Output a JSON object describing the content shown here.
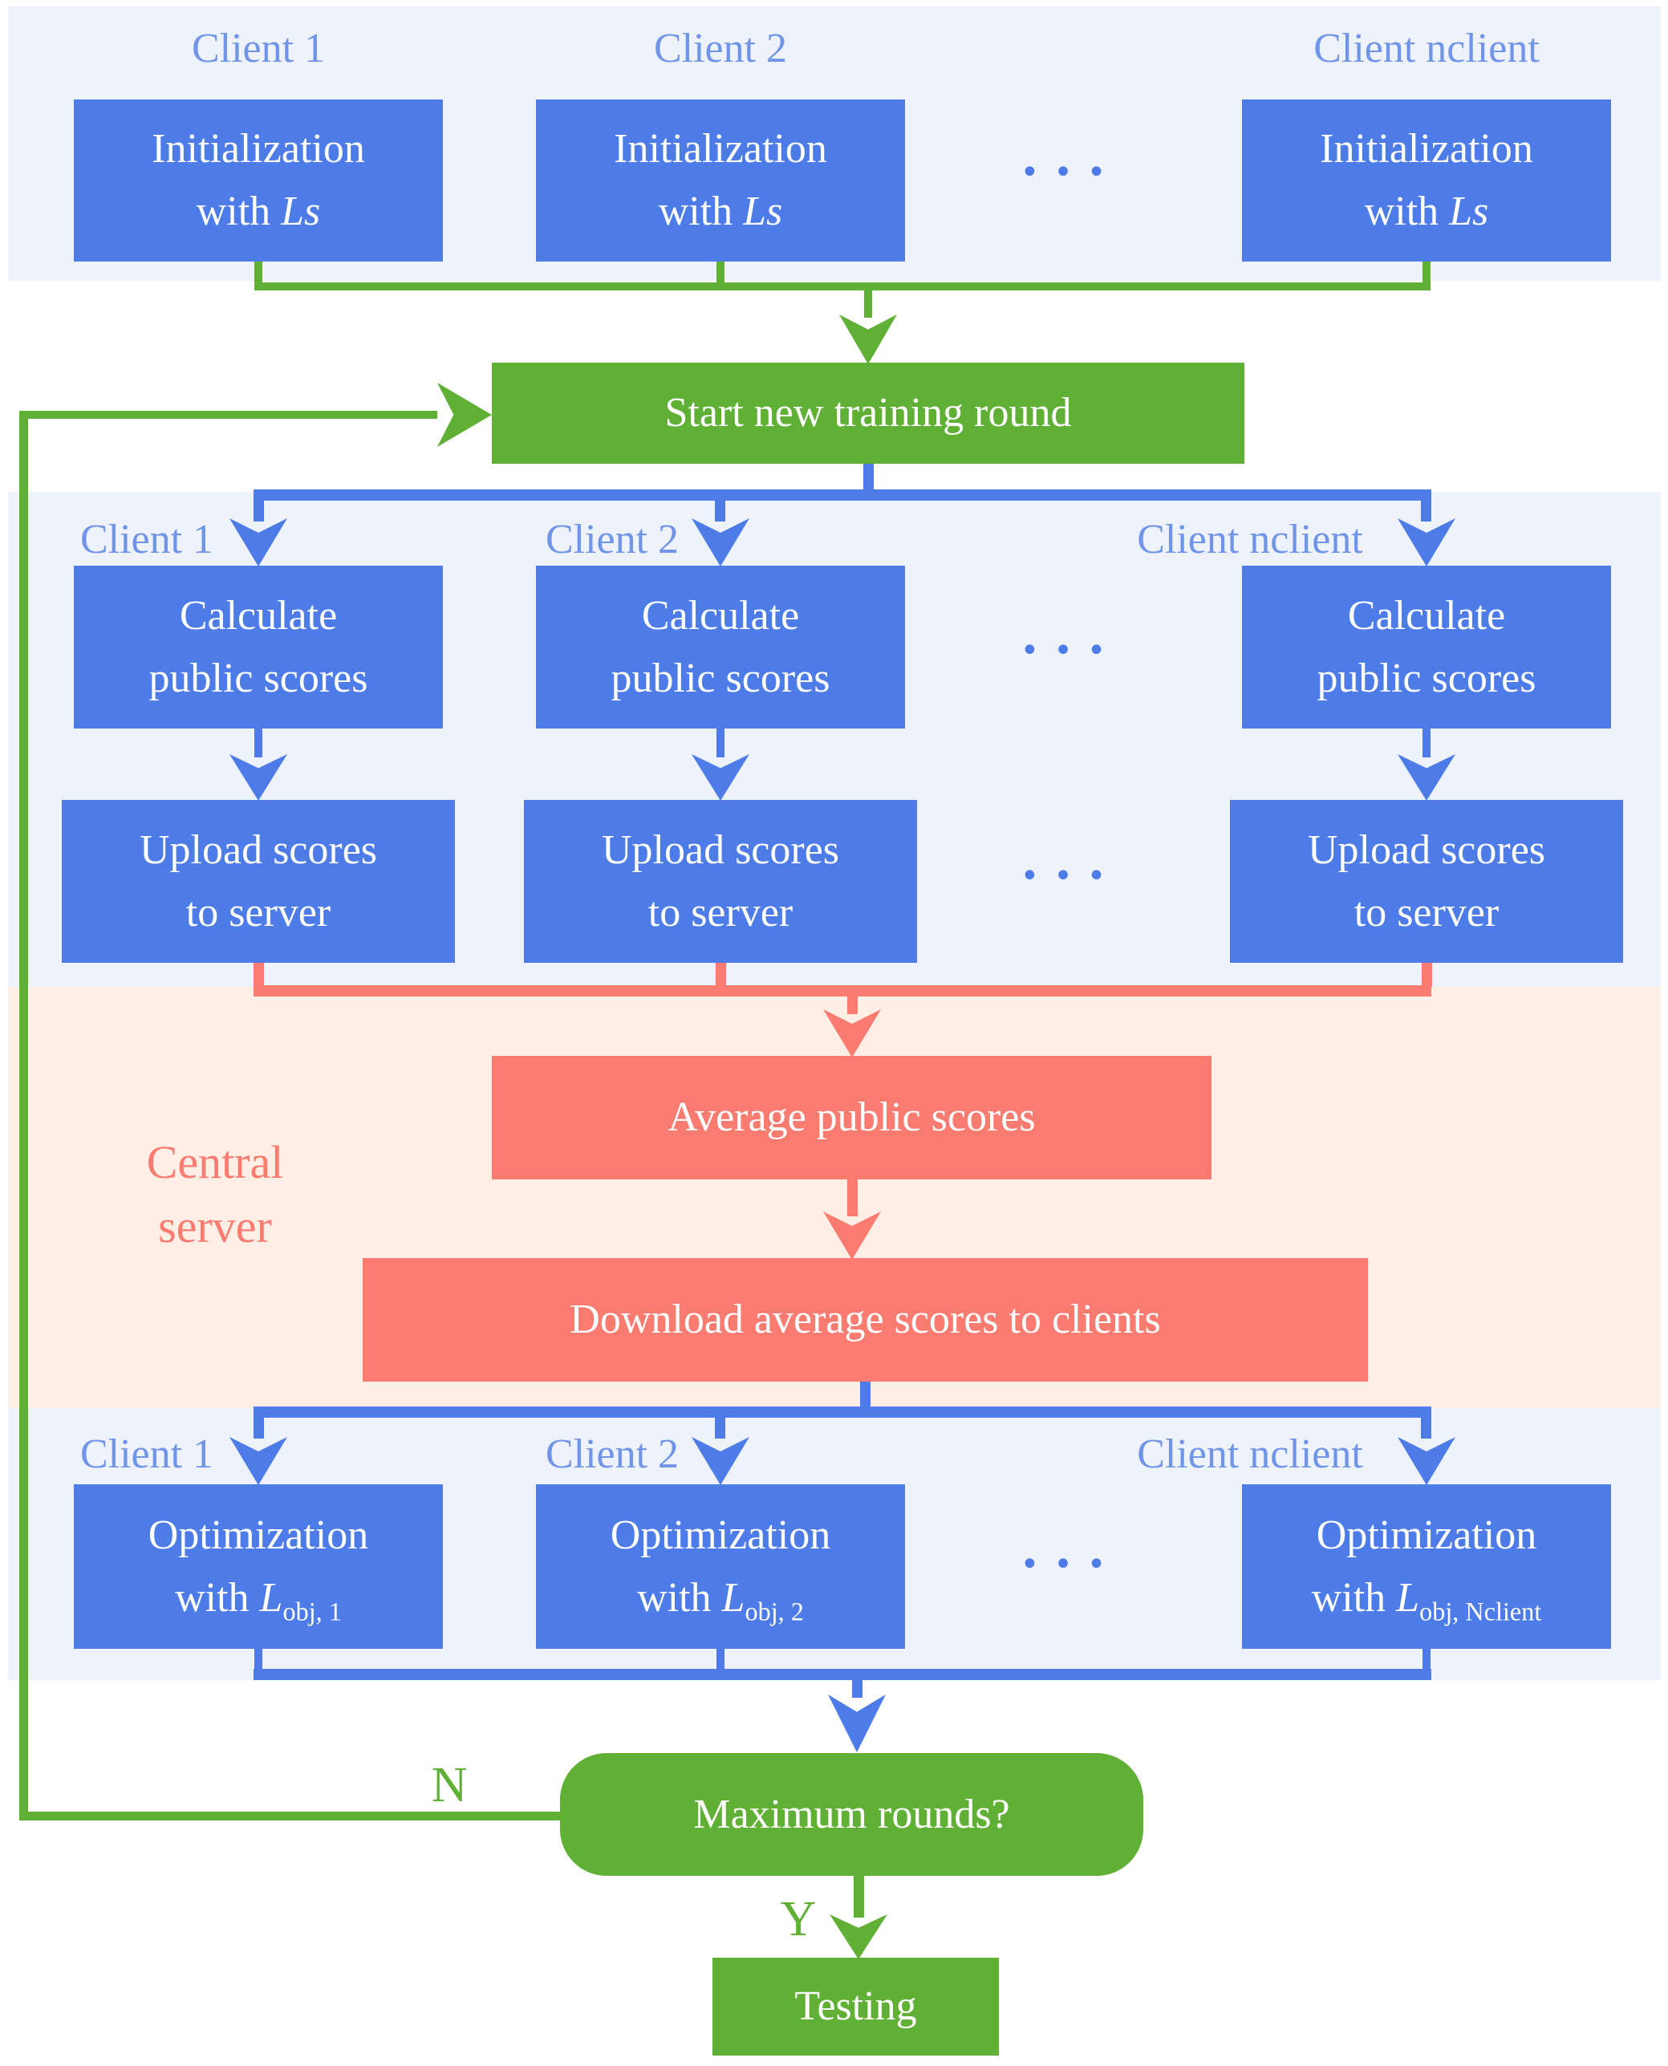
{
  "palette": {
    "node_blue": "#4D7CE9",
    "header_blue": "#7095E8",
    "green": "#60B036",
    "salmon": "#FA7B70",
    "bg_lavender": "#EEF2FB",
    "bg_peach": "#FDEEE6",
    "text_white": "#FFFFFF"
  },
  "ellipsis": "•••",
  "init": {
    "headers": [
      "Client 1",
      "Client 2",
      "Client nclient"
    ],
    "boxes": [
      {
        "line1": "Initialization",
        "prefix": "with ",
        "math": "Ls"
      },
      {
        "line1": "Initialization",
        "prefix": "with ",
        "math": "Ls"
      },
      {
        "line1": "Initialization",
        "prefix": "with ",
        "math": "Ls"
      }
    ]
  },
  "start": {
    "label": "Start new training round"
  },
  "round": {
    "headers": [
      "Client 1",
      "Client 2",
      "Client nclient"
    ],
    "calculate": [
      {
        "line1": "Calculate",
        "line2": "public scores"
      },
      {
        "line1": "Calculate",
        "line2": "public scores"
      },
      {
        "line1": "Calculate",
        "line2": "public scores"
      }
    ],
    "upload": [
      {
        "line1": "Upload scores",
        "line2": "to server"
      },
      {
        "line1": "Upload scores",
        "line2": "to server"
      },
      {
        "line1": "Upload scores",
        "line2": "to server"
      }
    ]
  },
  "server": {
    "label_line1": "Central",
    "label_line2": "server",
    "average_label": "Average public scores",
    "download_label": "Download average scores to clients"
  },
  "optimization": {
    "headers": [
      "Client 1",
      "Client 2",
      "Client nclient"
    ],
    "boxes": [
      {
        "line1": "Optimization",
        "prefix": "with ",
        "math_main": "L",
        "math_sub": "obj, 1"
      },
      {
        "line1": "Optimization",
        "prefix": "with ",
        "math_main": "L",
        "math_sub": "obj, 2"
      },
      {
        "line1": "Optimization",
        "prefix": "with ",
        "math_main": "L",
        "math_sub": "obj, Nclient"
      }
    ]
  },
  "decision": {
    "label": "Maximum rounds?",
    "no_label": "N",
    "yes_label": "Y"
  },
  "testing": {
    "label": "Testing"
  }
}
